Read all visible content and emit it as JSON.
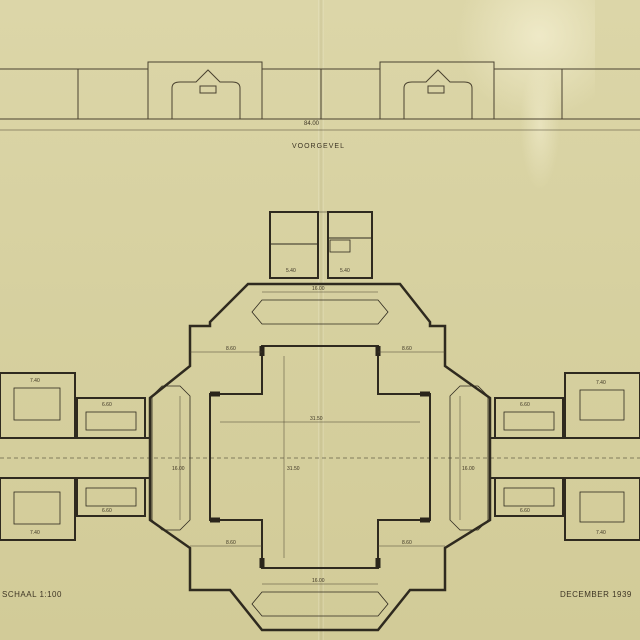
{
  "elevation": {
    "title": "VOORGEVEL",
    "overall_width": "84.00"
  },
  "plan": {
    "dimensions": {
      "north_hall": "16.00",
      "south_hall": "16.00",
      "central_width": "31.50",
      "central_height": "31.50",
      "west_hall": "16.00",
      "east_hall": "16.00",
      "nw_side": "8.60",
      "ne_side": "8.60",
      "sw_side": "8.60",
      "se_side": "8.60",
      "west_room_top": "7.40",
      "west_room_bottom": "7.40",
      "east_room_top": "7.40",
      "east_room_bottom": "7.40",
      "west_small_top": "6.60",
      "west_small_bottom": "6.60",
      "east_small_top": "6.60",
      "east_small_bottom": "6.60",
      "annex_left": "5.40",
      "annex_right": "5.40"
    }
  },
  "notes": {
    "scale": "SCHAAL 1:100",
    "date": "DECEMBER 1939"
  },
  "colors": {
    "paper": "#d9d3a4",
    "ink": "#3d3524",
    "wall": "#2f2a1f"
  }
}
